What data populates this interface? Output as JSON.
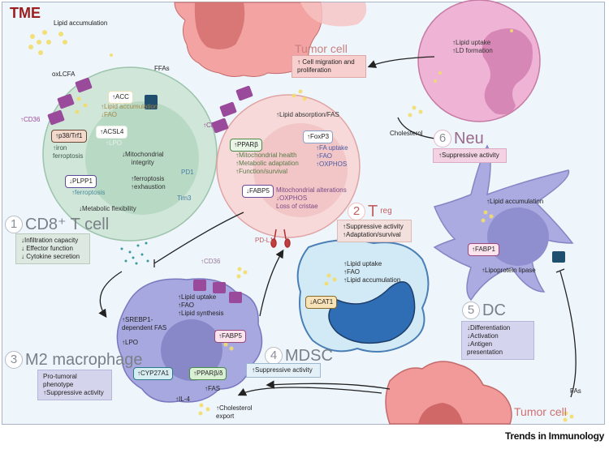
{
  "figure": {
    "label": "TME",
    "footer": "Trends in Immunology",
    "colors": {
      "tme_label": "#9a1d20",
      "cd8_cell": "#cfe6d8",
      "treg_cell": "#f6d5d5",
      "tumor": "#f29a9a",
      "neutrophil": "#e9a6cc",
      "dc": "#a9a9e0",
      "macrophage": "#a3a3dd",
      "mdsc": "#cde7f3",
      "cd36": "#9a4a9a",
      "lipid": "#f3dd6a"
    }
  },
  "environment": {
    "lipid_accumulation": "Lipid accumulation",
    "oxlcfa": "oxLCFA",
    "ffas": "FFAs",
    "cholesterol": "Cholesterol",
    "fas": "FAs"
  },
  "tumor_top": {
    "title": "Tumor cell",
    "effect": "↑ Cell migration and\nproliferation"
  },
  "tumor_bottom": {
    "title": "Tumor cell"
  },
  "cd8": {
    "number": "1",
    "title": "CD8⁺ T cell",
    "cd36": "↑CD36",
    "acc": "↑ACC",
    "lipid_fao": "↑Lipid accumulation\n↓FAO",
    "p38": "↑p38/Trf1",
    "iron": "↑iron\nferroptosis",
    "acsl4": "↑ACSL4",
    "lpo": "↑LPO",
    "mito": "↓Mitochondrial\nintegrity",
    "plpp1": "↓PLPP1",
    "ferroptosis": "↑ferroptosis",
    "ferro_exh": "↑ferroptosis\n↑exhaustion",
    "pd1": "PD1",
    "tim3": "Tim3",
    "metabolic": "↓Metabolic flexibility",
    "effects": "↓Infiltration capacity\n↓ Effector function\n↓ Cytokine secretion"
  },
  "treg": {
    "number": "2",
    "title": "T",
    "subscript": "reg",
    "cd36": "↑CD36",
    "lipid_abs": "↑Lipid absorption/FAS",
    "ppar": "↑PPARβ",
    "ppar_effects": "↑Mitochondrial health\n↑Metabolic adaptation\n↑Function/survival",
    "foxp3": "↑FoxP3",
    "foxp3_effects": "↑FA uptake\n↑FAO\n↑OXPHOS",
    "fabp5": "↓FABP5",
    "fabp5_effects": "Mitochondrial alterations\n ↓OXPHOS\nLoss of cristae",
    "pdl1": "PD-L1",
    "effects": "↑Suppressive activity\n↑Adaptation/survival"
  },
  "m2": {
    "number": "3",
    "title": "M2 macrophage",
    "cd36": "↑CD36",
    "lipid": "↑Lipid uptake\n↑FAO\n↑Lipid synthesis",
    "srebp": "↑SREBP1-\ndependent FAS",
    "lpo": "↑LPO",
    "fabp5": "↑FABP5",
    "cyp": "↑CYP27A1",
    "ppar": "↑PPARβ/δ",
    "fas": "↑FAS",
    "il4": "↑IL-4",
    "chol": "↑Cholesterol\nexport",
    "effects": "Pro-tumoral phenotype\n↑Suppressive activity"
  },
  "mdsc": {
    "number": "4",
    "title": "MDSC",
    "lipid": "↑Lipid uptake\n↑FAO\n↑Lipid accumulation",
    "acat1": "↓ACAT1",
    "effects": "↑Suppressive activity"
  },
  "dc": {
    "number": "5",
    "title": "DC",
    "lipid": "↑Lipid accumulation",
    "fabp1": "↑FABP1",
    "lipoprotein": "↑Lipoprotein lipase",
    "effects": "↓Differentiation\n↓Activation\n↓Antigen presentation"
  },
  "neu": {
    "number": "6",
    "title": "Neu",
    "lipid": "↑Lipid uptake\n↑LD formation",
    "effects": "↑Suppressive activity"
  }
}
